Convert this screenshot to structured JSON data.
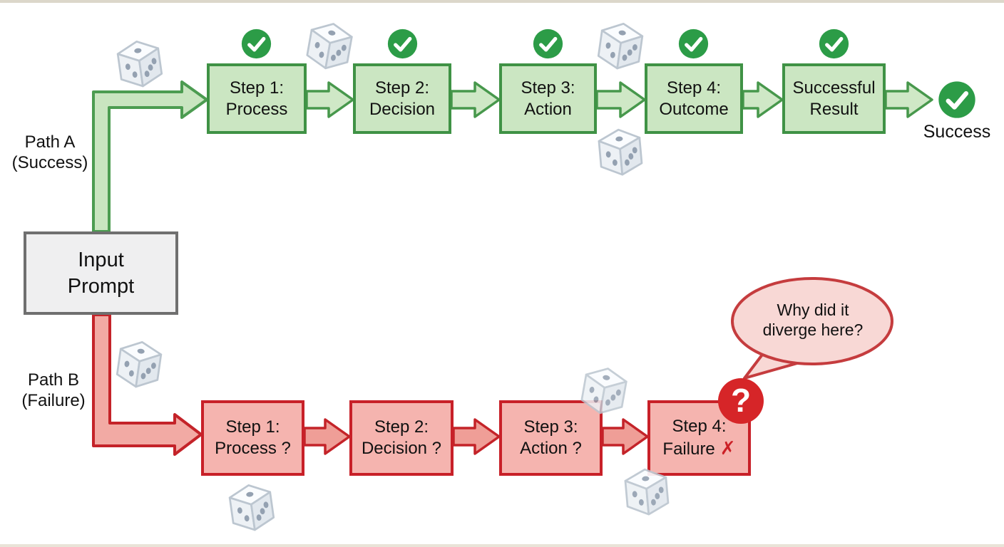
{
  "diagram": {
    "input_node": {
      "line1": "Input",
      "line2": "Prompt"
    },
    "path_a": {
      "label": {
        "line1": "Path A",
        "line2": "(Success)"
      },
      "steps": [
        {
          "line1": "Step 1:",
          "line2": "Process"
        },
        {
          "line1": "Step 2:",
          "line2": "Decision"
        },
        {
          "line1": "Step 3:",
          "line2": "Action"
        },
        {
          "line1": "Step 4:",
          "line2": "Outcome"
        },
        {
          "line1": "Successful",
          "line2": "Result"
        }
      ],
      "end_label": "Success"
    },
    "path_b": {
      "label": {
        "line1": "Path B",
        "line2": "(Failure)"
      },
      "steps": [
        {
          "line1": "Step 1:",
          "line2": "Process ?"
        },
        {
          "line1": "Step 2:",
          "line2": "Decision ?"
        },
        {
          "line1": "Step 3:",
          "line2": "Action ?"
        },
        {
          "line1": "Step 4:",
          "line2": "Failure"
        }
      ],
      "failure_x_mark": "✗",
      "question_badge": "?",
      "bubble": {
        "line1": "Why did it",
        "line2": "diverge here?"
      }
    },
    "icons": {
      "checkmark": "green-circle-check",
      "dice": "white-die",
      "question": "red-question-badge"
    },
    "colors": {
      "green_box_fill": "#cbe6c2",
      "green_box_border": "#3f9245",
      "green_path_fill": "#c9e5c0",
      "green_path_stroke": "#4c9c51",
      "check_circle_green": "#2c9c47",
      "red_box_fill": "#f5b4af",
      "red_box_border": "#c82028",
      "red_path_fill": "#f2aaa4",
      "red_path_stroke": "#c42329",
      "question_badge_red": "#d62528",
      "bubble_fill": "#f8d8d5",
      "bubble_border": "#c53c3e",
      "input_fill": "#efeff0",
      "input_border": "#6f6f6f",
      "x_mark_red": "#cc2026"
    }
  }
}
